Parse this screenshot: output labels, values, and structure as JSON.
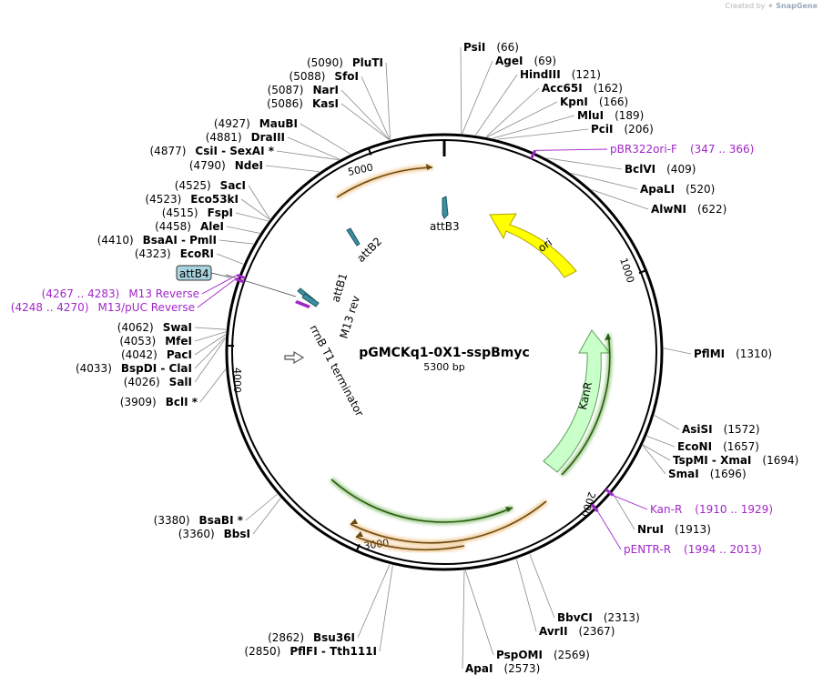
{
  "watermark": {
    "prefix": "Created by",
    "brand": "SnapGene"
  },
  "plasmid": {
    "name": "pGMCKq1-0X1-sspBmyc",
    "length_label": "5300 bp",
    "length": 5300
  },
  "colors": {
    "primer": "#a226c9",
    "orf_green": "#3e9a16",
    "orf_orange": "#e8a144",
    "ori": "#ffff00",
    "kanr_fill": "#c9ffc9",
    "att": "#3a8fa0"
  },
  "ticks": [
    {
      "pos": 1000,
      "label": "1000"
    },
    {
      "pos": 2000,
      "label": "2000"
    },
    {
      "pos": 3000,
      "label": "3000"
    },
    {
      "pos": 4000,
      "label": "4000"
    },
    {
      "pos": 5000,
      "label": "5000"
    }
  ],
  "enzymes": [
    {
      "name": "PsiI",
      "pos": "(66)",
      "site": 66
    },
    {
      "name": "AgeI",
      "pos": "(69)",
      "site": 69
    },
    {
      "name": "HindIII",
      "pos": "(121)",
      "site": 121
    },
    {
      "name": "Acc65I",
      "pos": "(162)",
      "site": 162
    },
    {
      "name": "KpnI",
      "pos": "(166)",
      "site": 166
    },
    {
      "name": "MluI",
      "pos": "(189)",
      "site": 189
    },
    {
      "name": "PciI",
      "pos": "(206)",
      "site": 206
    },
    {
      "name": "BclVI",
      "pos": "(409)",
      "site": 409
    },
    {
      "name": "ApaLI",
      "pos": "(520)",
      "site": 520
    },
    {
      "name": "AlwNI",
      "pos": "(622)",
      "site": 622
    },
    {
      "name": "PflMI",
      "pos": "(1310)",
      "site": 1310
    },
    {
      "name": "AsiSI",
      "pos": "(1572)",
      "site": 1572
    },
    {
      "name": "EcoNI",
      "pos": "(1657)",
      "site": 1657
    },
    {
      "name": "TspMI  -  XmaI",
      "pos": "(1694)",
      "site": 1694
    },
    {
      "name": "SmaI",
      "pos": "(1696)",
      "site": 1696
    },
    {
      "name": "NruI",
      "pos": "(1913)",
      "site": 1913
    },
    {
      "name": "BbvCI",
      "pos": "(2313)",
      "site": 2313
    },
    {
      "name": "AvrII",
      "pos": "(2367)",
      "site": 2367
    },
    {
      "name": "PspOMI",
      "pos": "(2569)",
      "site": 2569
    },
    {
      "name": "ApaI",
      "pos": "(2573)",
      "site": 2573
    },
    {
      "name": "Bsu36I",
      "pos": "(2862)",
      "site": 2862
    },
    {
      "name": "PflFI  -  Tth111I",
      "pos": "(2850)",
      "site": 2850
    },
    {
      "name": "BsaBI *",
      "pos": "(3380)",
      "site": 3380
    },
    {
      "name": "BbsI",
      "pos": "(3360)",
      "site": 3360
    },
    {
      "name": "BclI *",
      "pos": "(3909)",
      "site": 3909
    },
    {
      "name": "SalI",
      "pos": "(4026)",
      "site": 4026
    },
    {
      "name": "BspDI  -  ClaI",
      "pos": "(4033)",
      "site": 4033
    },
    {
      "name": "PacI",
      "pos": "(4042)",
      "site": 4042
    },
    {
      "name": "MfeI",
      "pos": "(4053)",
      "site": 4053
    },
    {
      "name": "SwaI",
      "pos": "(4062)",
      "site": 4062
    },
    {
      "name": "EcoRI",
      "pos": "(4323)",
      "site": 4323
    },
    {
      "name": "BsaAI  -  PmlI",
      "pos": "(4410)",
      "site": 4410
    },
    {
      "name": "AleI",
      "pos": "(4458)",
      "site": 4458
    },
    {
      "name": "FspI",
      "pos": "(4515)",
      "site": 4515
    },
    {
      "name": "Eco53kI",
      "pos": "(4523)",
      "site": 4523
    },
    {
      "name": "SacI",
      "pos": "(4525)",
      "site": 4525
    },
    {
      "name": "NdeI",
      "pos": "(4790)",
      "site": 4790
    },
    {
      "name": "CsiI  -  SexAI *",
      "pos": "(4877)",
      "site": 4877
    },
    {
      "name": "DraIII",
      "pos": "(4881)",
      "site": 4881
    },
    {
      "name": "MauBI",
      "pos": "(4927)",
      "site": 4927
    },
    {
      "name": "KasI",
      "pos": "(5086)",
      "site": 5086
    },
    {
      "name": "NarI",
      "pos": "(5087)",
      "site": 5087
    },
    {
      "name": "SfoI",
      "pos": "(5088)",
      "site": 5088
    },
    {
      "name": "PluTI",
      "pos": "(5090)",
      "site": 5090
    }
  ],
  "primers": [
    {
      "name": "pBR322ori-F",
      "range": "(347 .. 366)",
      "start": 347,
      "end": 366
    },
    {
      "name": "Kan-R",
      "range": "(1910 .. 1929)",
      "start": 1910,
      "end": 1929
    },
    {
      "name": "pENTR-R",
      "range": "(1994 .. 2013)",
      "start": 1994,
      "end": 2013
    },
    {
      "name": "M13 Reverse",
      "range": "(4267 .. 4283)",
      "start": 4267,
      "end": 4283
    },
    {
      "name": "M13/pUC Reverse",
      "range": "(4248 .. 4270)",
      "start": 4248,
      "end": 4270
    }
  ],
  "features": {
    "ori": "ori",
    "kanr": "KanR",
    "terminator": "rrnB T1 terminator",
    "attB1": "attB1",
    "attB2": "attB2",
    "attB3": "attB3",
    "attB4": "attB4",
    "m13rev": "M13 rev"
  }
}
